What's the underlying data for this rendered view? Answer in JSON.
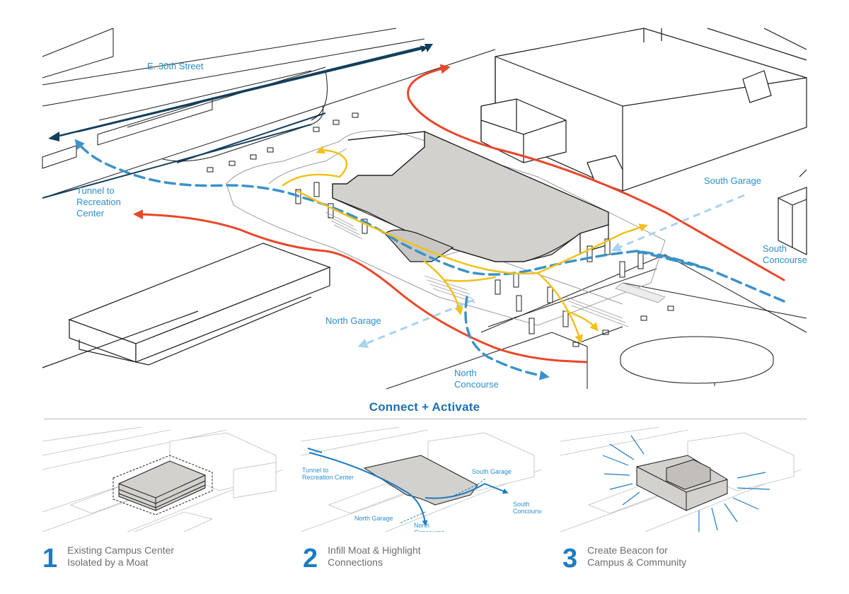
{
  "main": {
    "labels": {
      "street": "E. 30th Street",
      "tunnel": "Tunnel to\nRecreation\nCenter",
      "south_garage": "South Garage",
      "south_concourse": "South\nConcourse",
      "north_garage": "North Garage",
      "north_concourse": "North\nConcourse"
    },
    "colors": {
      "street_arrow": "#123f5c",
      "pedestrian_dashed": "#3b92c9",
      "pedestrian_light": "#a9d3ee",
      "vehicle_red": "#e8472a",
      "interior_yellow": "#f2c11a",
      "building_fill": "#d3d1cd",
      "line": "#1a1a1a"
    }
  },
  "section_title": "Connect + Activate",
  "steps": [
    {
      "number": "1",
      "caption": "Existing Campus Center\nIsolated by a Moat"
    },
    {
      "number": "2",
      "caption": "Infill Moat & Highlight\nConnections"
    },
    {
      "number": "3",
      "caption": "Create Beacon for\nCampus & Community"
    }
  ],
  "panel2_labels": {
    "tunnel": "Tunnel to\nRecreation Center",
    "south_garage": "South Garage",
    "south_concourse": "South\nConcourse",
    "north_garage": "North Garage",
    "north_concourse": "North\nConcourse"
  }
}
